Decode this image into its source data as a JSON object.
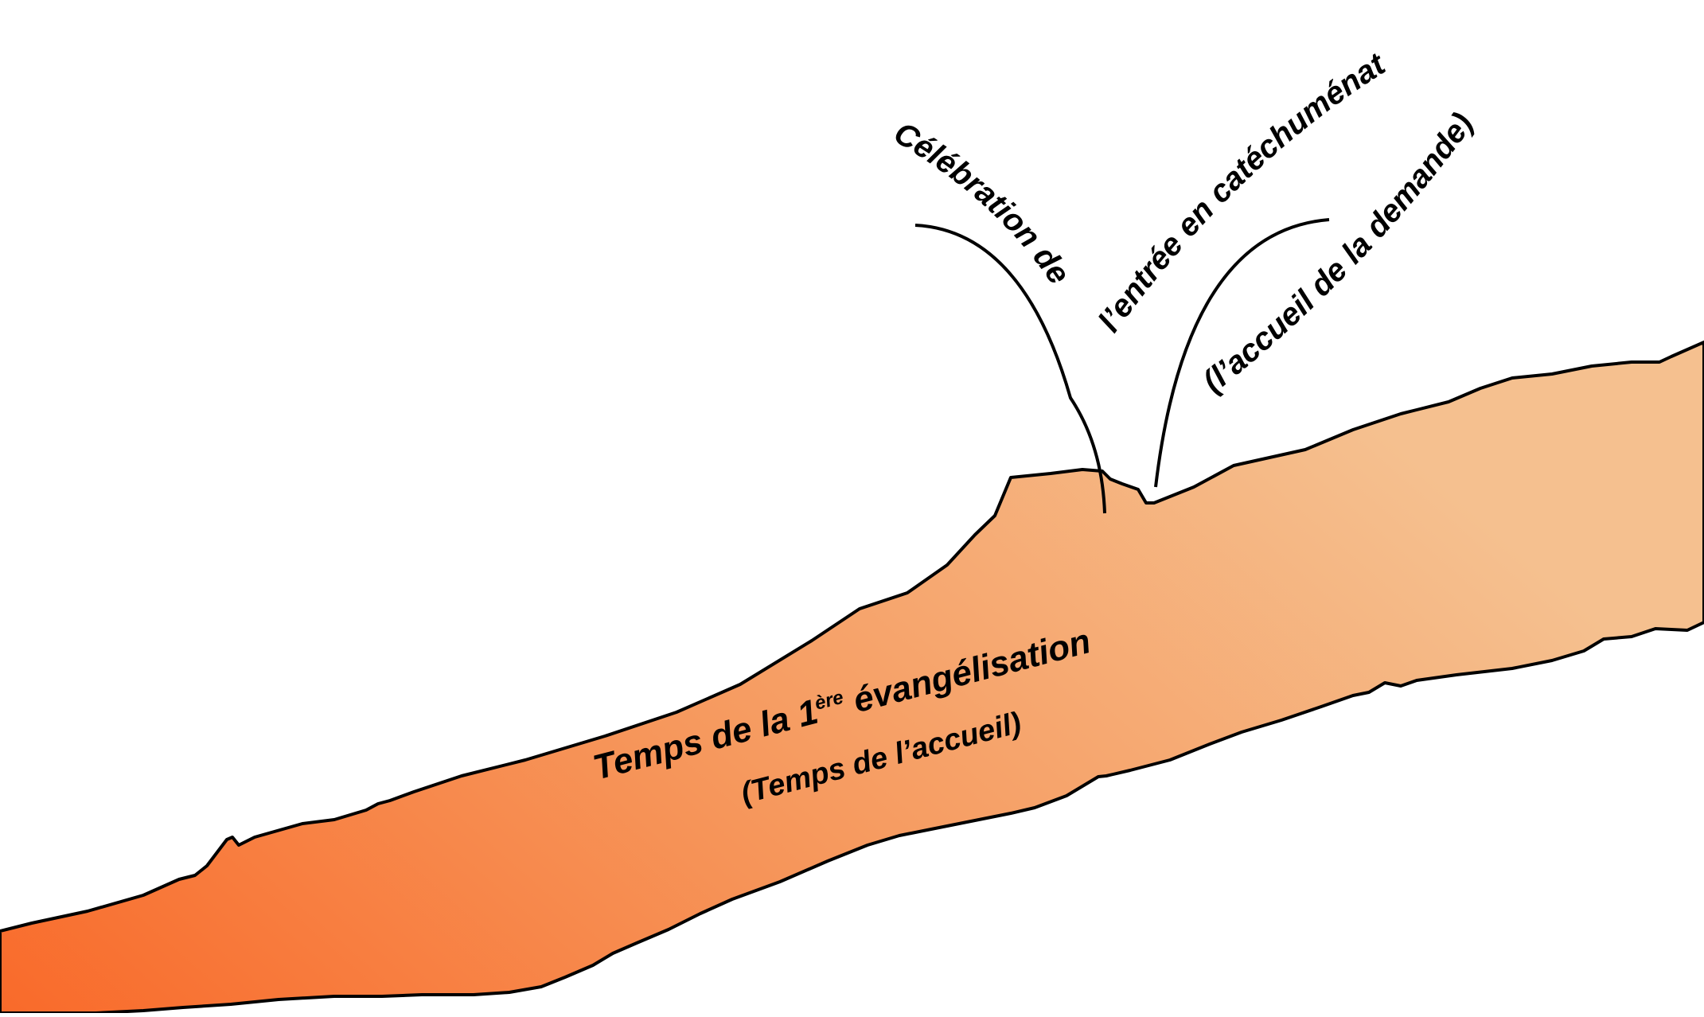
{
  "colors": {
    "path_start": "#f96a2a",
    "path_mid": "#f6995e",
    "path_end": "#f5c08f",
    "outline": "#000000",
    "background": "#ffffff"
  },
  "path_band": {
    "title_prefix": "Temps de la 1",
    "title_superscript": "ère",
    "title_suffix": " évangélisation",
    "subtitle": "(Temps de l’accueil)"
  },
  "celebration": {
    "line1": "Célébration de",
    "line2": "l’entrée en catéchuménat",
    "line3": "(l’accueil de la demande)"
  }
}
